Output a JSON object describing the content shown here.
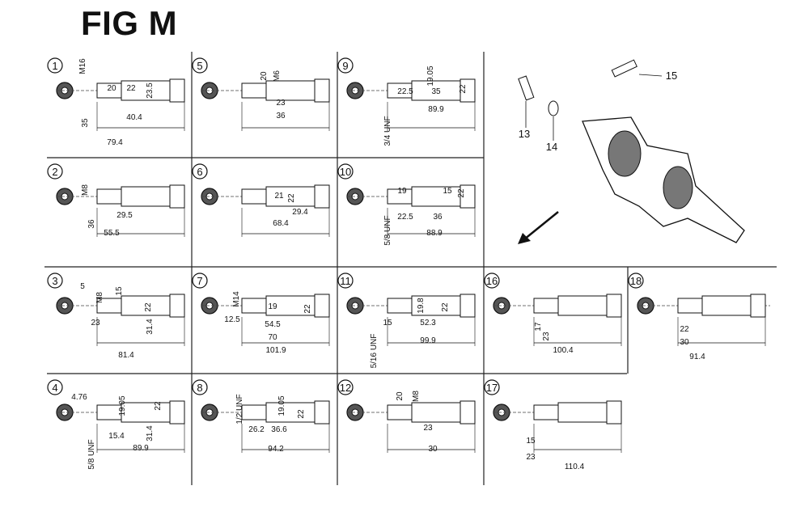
{
  "title": "FIG M",
  "panels": [
    {
      "id": "1",
      "dims": [
        "M16",
        "20",
        "22",
        "23.5",
        "35",
        "40.4",
        "79.4"
      ]
    },
    {
      "id": "2",
      "dims": [
        "M8",
        "36",
        "29.5",
        "55.5"
      ]
    },
    {
      "id": "3",
      "dims": [
        "5",
        "M8",
        "15",
        "23",
        "22",
        "31.4",
        "81.4"
      ]
    },
    {
      "id": "4",
      "dims": [
        "4.76",
        "19.05",
        "22",
        "5/8 UNF",
        "15.4",
        "31.4",
        "89.9"
      ]
    },
    {
      "id": "5",
      "dims": [
        "20",
        "M6",
        "23",
        "36"
      ]
    },
    {
      "id": "6",
      "dims": [
        "21",
        "22",
        "29.4",
        "68.4"
      ]
    },
    {
      "id": "7",
      "dims": [
        "M14",
        "12.5",
        "19",
        "22",
        "54.5",
        "70",
        "101.9"
      ]
    },
    {
      "id": "8",
      "dims": [
        "1/2 UNF",
        "19.05",
        "22",
        "26.2",
        "36.6",
        "94.2"
      ]
    },
    {
      "id": "9",
      "dims": [
        "19.05",
        "3/4 UNF",
        "22.5",
        "35",
        "22",
        "89.9"
      ]
    },
    {
      "id": "10",
      "dims": [
        "5/8 UNF",
        "19",
        "15",
        "22.5",
        "36",
        "22",
        "88.9"
      ]
    },
    {
      "id": "11",
      "dims": [
        "5/16 UNF",
        "15",
        "19.8",
        "52.3",
        "22",
        "99.9"
      ]
    },
    {
      "id": "12",
      "dims": [
        "20",
        "M8",
        "23",
        "30"
      ]
    },
    {
      "id": "16",
      "dims": [
        "17",
        "23",
        "100.4"
      ]
    },
    {
      "id": "17",
      "dims": [
        "15",
        "23",
        "110.4"
      ]
    },
    {
      "id": "18",
      "dims": [
        "22",
        "30",
        "91.4"
      ]
    }
  ],
  "callouts": [
    "13",
    "14",
    "15"
  ]
}
